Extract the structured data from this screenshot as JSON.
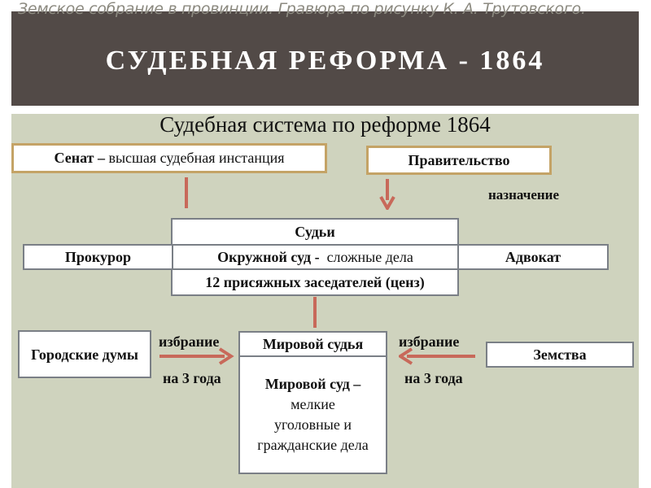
{
  "caption": "Земское собрание в провинции. Гравюра по рисунку К. А. Трутовского.",
  "title": "СУДЕБНАЯ РЕФОРМА - 1864",
  "subtitle": "Судебная система по реформе 1864",
  "senate": {
    "bold": "Сенат –",
    "rest": " высшая судебная инстанция"
  },
  "government": "Правительство",
  "appointment": "назначение",
  "judges": "Судьи",
  "prosecutor": "Прокурор",
  "district_court": {
    "bold": "Окружной суд -",
    "rest": "  сложные дела"
  },
  "lawyer": "Адвокат",
  "jurors": "12 присяжных заседателей (ценз)",
  "city_dumas": "Городские думы",
  "election_left": "избрание",
  "term_left": "на 3 года",
  "justice_of_peace": "Мировой судья",
  "peace_court": {
    "bold": "Мировой суд –",
    "rest": "мелкие уголовные и гражданские дела"
  },
  "election_right": "избрание",
  "term_right": "на 3 года",
  "zemstvo": "Земства",
  "colors": {
    "banner": "#524a47",
    "panel": "#cfd3be",
    "arrow": "#c8695a",
    "tan_border": "#c4a366"
  }
}
